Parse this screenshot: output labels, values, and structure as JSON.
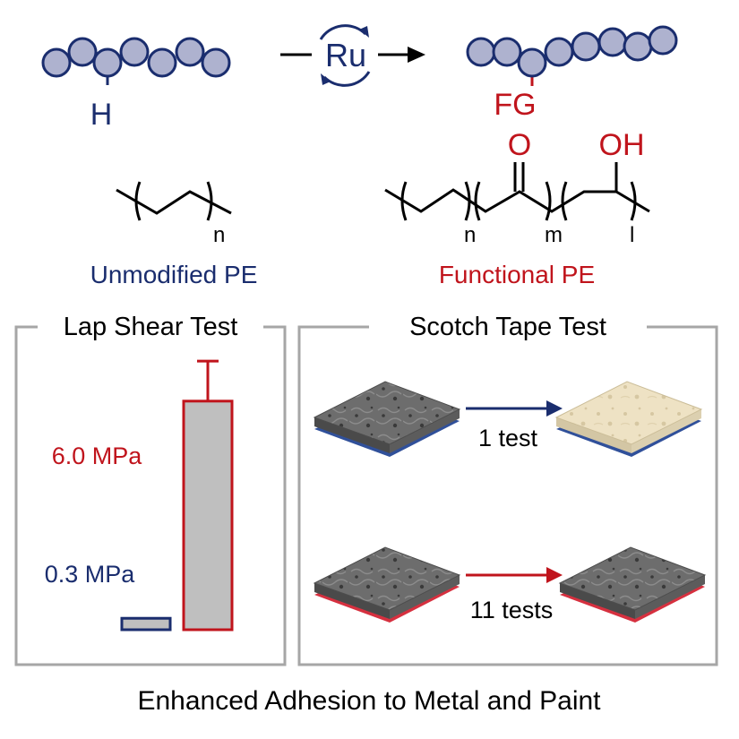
{
  "reaction": {
    "h_label": "H",
    "catalyst_label": "Ru",
    "fg_label": "FG"
  },
  "structures": {
    "unmodified_subscript": "n",
    "functional_subscripts": [
      "n",
      "m",
      "l"
    ],
    "carbonyl_label": "O",
    "hydroxyl_label": "OH"
  },
  "labels": {
    "unmodified": "Unmodified PE",
    "functional": "Functional PE"
  },
  "lap_shear": {
    "title": "Lap Shear Test",
    "chart_data": {
      "type": "bar",
      "categories": [
        "Unmodified PE",
        "Functional PE"
      ],
      "values": [
        0.3,
        6.0
      ],
      "units": "MPa",
      "value_labels": [
        "0.3 MPa",
        "6.0 MPa"
      ],
      "ylim": [
        0,
        7.5
      ],
      "error_bar_upper": [
        0.3,
        7.05
      ]
    }
  },
  "scotch_tape": {
    "title": "Scotch Tape Test",
    "row1_label": "1 test",
    "row2_label": "11 tests"
  },
  "footer": "Enhanced Adhesion to Metal and Paint",
  "colors": {
    "blue": "#1a2d6e",
    "red": "#c0141c",
    "bead": "#aeb2cf",
    "gray_box": "#a6a6a6",
    "bar_fill": "#bfbfbf"
  }
}
